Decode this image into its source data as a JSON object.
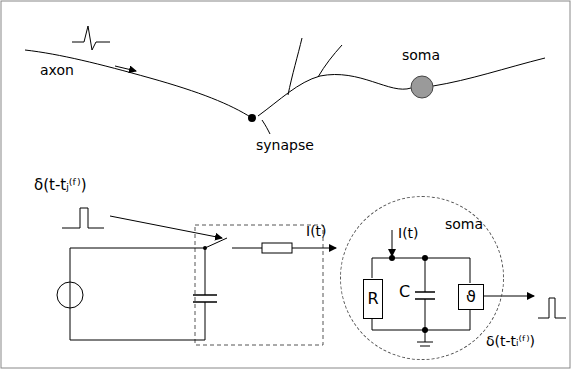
{
  "diagram": {
    "nodes": [
      {
        "text": [
          "soma"
        ]
      },
      {
        "text": [
          "soma"
        ]
      },
      {
        "text": [
          "R"
        ],
        "in": 1
      },
      {
        "text": [
          "ϑ"
        ],
        "in": 1
      }
    ],
    "labels": [
      "axon",
      "synapse",
      "δ(t-tⱼ⁽ᶠ⁾)",
      "I(t)",
      "I(t)",
      "C",
      "δ(t-tᵢ⁽ᶠ⁾)"
    ]
  }
}
